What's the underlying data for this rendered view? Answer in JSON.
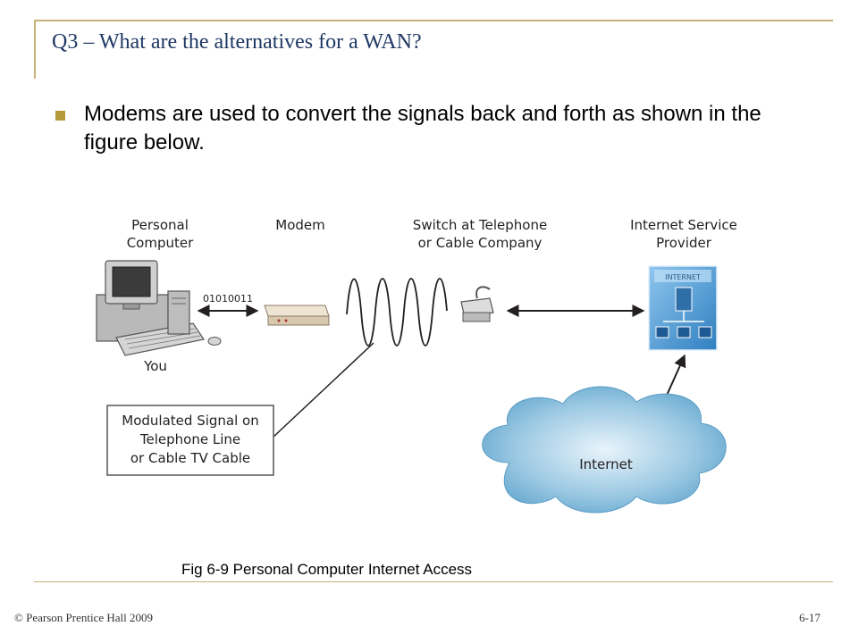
{
  "slide": {
    "title": "Q3 – What are the alternatives for a WAN?",
    "bullet": "Modems are used to convert the signals back and forth as shown in the figure below.",
    "caption": "Fig 6-9 Personal Computer Internet Access",
    "footer_left": "© Pearson Prentice Hall 2009",
    "footer_right": "6-17"
  },
  "diagram": {
    "pc_label_1": "Personal",
    "pc_label_2": "Computer",
    "modem_label": "Modem",
    "switch_label_1": "Switch at Telephone",
    "switch_label_2": "or Cable Company",
    "isp_label_1": "Internet Service",
    "isp_label_2": "Provider",
    "bits": "01010011",
    "you_label": "You",
    "signal_label_1": "Modulated Signal on",
    "signal_label_2": "Telephone Line",
    "signal_label_3": "or Cable TV Cable",
    "internet_label": "Internet",
    "isp_sign_text": "INTERNET"
  },
  "colors": {
    "accent": "#c8b27a",
    "bullet": "#b59a3c",
    "title": "#1f3864",
    "cloud": "#7fb6d6",
    "isp": "#3f8fcf"
  }
}
